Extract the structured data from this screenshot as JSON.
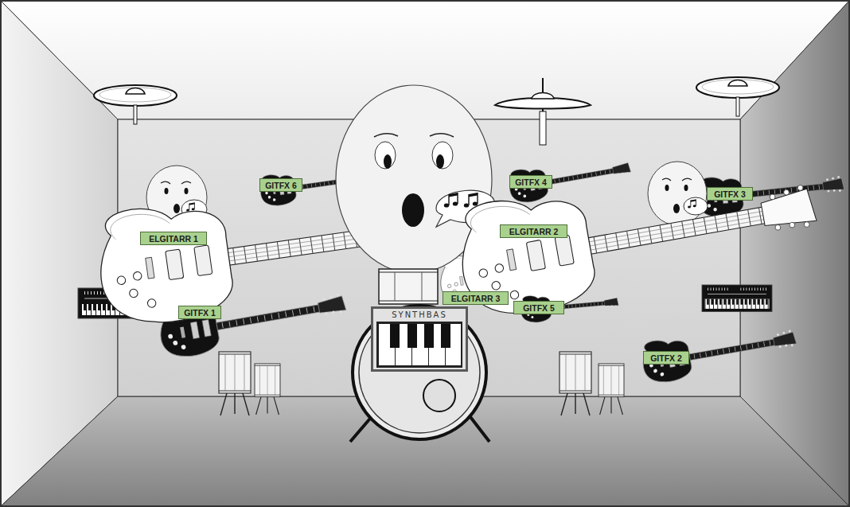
{
  "diagram": {
    "nodes": [
      {
        "text": [
          "GITFX 6"
        ]
      },
      {
        "text": [
          "GITFX 4"
        ]
      },
      {
        "text": [
          "GITFX 3"
        ]
      },
      {
        "text": [
          "ELGITARR 1"
        ]
      },
      {
        "text": [
          "ELGITARR 2"
        ]
      },
      {
        "text": [
          "ELGITARR 3"
        ]
      },
      {
        "text": [
          "GITFX 1"
        ]
      },
      {
        "text": [
          "GITFX 5"
        ]
      },
      {
        "text": [
          "SYNTHBAS"
        ]
      },
      {
        "text": [
          "GITFX 2"
        ]
      }
    ]
  }
}
